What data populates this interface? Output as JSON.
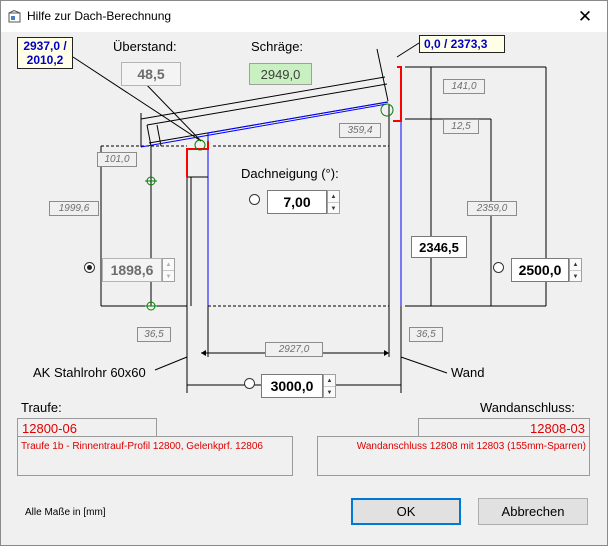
{
  "window": {
    "title": "Hilfe zur Dach-Berechnung",
    "close": "✕"
  },
  "labels": {
    "ueberstand": "Überstand:",
    "schraege": "Schräge:",
    "dachneigung": "Dachneigung (°):",
    "stahlrohr": "AK Stahlrohr 60x60",
    "wand": "Wand",
    "traufe": "Traufe:",
    "wandanschluss": "Wandanschluss:",
    "masse": "Alle Maße in [mm]"
  },
  "coords": {
    "left_line1": "2937,0 /",
    "left_line2": "2010,2",
    "right": "0,0 / 2373,3"
  },
  "fields": {
    "ueberstand": "48,5",
    "schraege": "2949,0",
    "dachneigung": "7,00",
    "left_height": "1898,6",
    "right_height": "2500,0",
    "width": "3000,0",
    "mid_height": "2346,5"
  },
  "dims": {
    "d141": "141,0",
    "d12": "12,5",
    "d359": "359,4",
    "d101": "101,0",
    "d1999": "1999,6",
    "d2359": "2359,0",
    "d36l": "36,5",
    "d36r": "36,5",
    "d2927": "2927,0"
  },
  "traufe": {
    "code": "12800-06",
    "desc": "Traufe 1b - Rinnentrauf-Profil 12800, Gelenkprf. 12806"
  },
  "wandanschluss": {
    "code": "12808-03",
    "desc": "Wandanschluss 12808 mit 12803 (155mm-Sparren)"
  },
  "buttons": {
    "ok": "OK",
    "cancel": "Abbrechen"
  },
  "colors": {
    "accent": "#0078d7",
    "roof_line": "#0000ff",
    "profile": "#ff0000",
    "marker": "#008000",
    "coord_text": "#0000c8"
  }
}
